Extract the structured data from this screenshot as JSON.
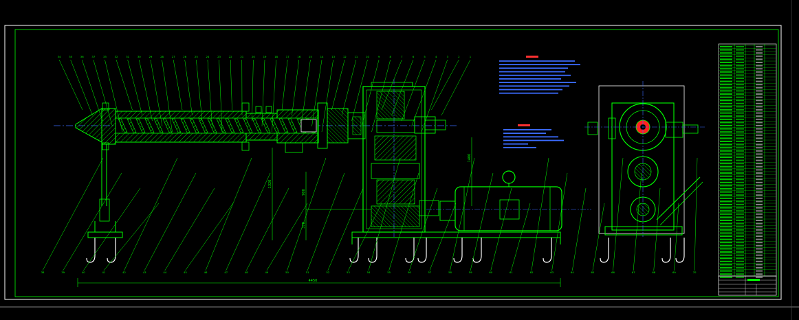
{
  "drawing": {
    "colors": {
      "background": "#000000",
      "frame": "#ffffff",
      "line": "#00ff00",
      "hatch": "#00e000",
      "center": "#3b6bff",
      "note_text": "#3b6bff",
      "note_title": "#ff3030",
      "leader": "#00ff00"
    },
    "dimensions": {
      "overall_length": "4450",
      "height_main": "1320",
      "height_mid": "900",
      "height_low": "378",
      "height_right": "1400"
    },
    "balloons_top": [
      "34",
      "35",
      "36",
      "37",
      "33",
      "32",
      "31",
      "30",
      "29",
      "28",
      "27",
      "26",
      "25",
      "24",
      "23",
      "22",
      "21",
      "20",
      "19",
      "18",
      "17",
      "16",
      "15",
      "14",
      "13",
      "12",
      "11",
      "10",
      "9",
      "8",
      "7",
      "6",
      "5",
      "4",
      "3",
      "2",
      "1"
    ],
    "balloons_bottom": [
      "38",
      "39",
      "40",
      "41",
      "42",
      "43",
      "44",
      "45",
      "46",
      "47",
      "48",
      "49",
      "50",
      "51",
      "52",
      "53",
      "54",
      "55",
      "56",
      "57",
      "58",
      "59",
      "60",
      "61",
      "62",
      "63",
      "64",
      "65",
      "66",
      "67",
      "68",
      "69",
      "70"
    ]
  }
}
